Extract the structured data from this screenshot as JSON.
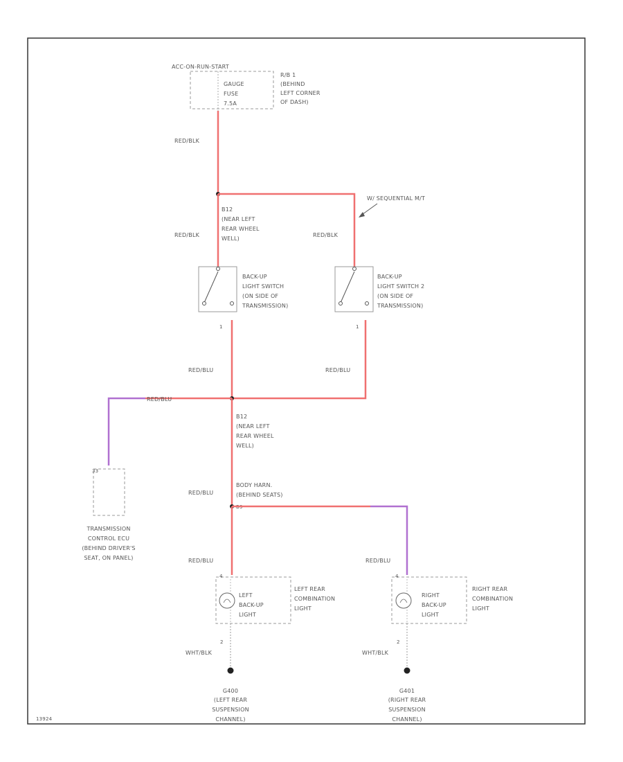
{
  "fuse": {
    "supply": "ACC-ON-RUN-START",
    "name_line1": "GAUGE",
    "name_line2": "FUSE",
    "name_line3": "7.5A",
    "loc_line1": "R/B 1",
    "loc_line2": "(BEHIND",
    "loc_line3": "LEFT CORNER",
    "loc_line4": "OF DASH)"
  },
  "wires": {
    "red_blk": "RED/BLK",
    "red_blu": "RED/BLU",
    "wht_blk": "WHT/BLK"
  },
  "splice1": {
    "line1": "B12",
    "line2": "(NEAR LEFT",
    "line3": "REAR WHEEL",
    "line4": "WELL)"
  },
  "note_sequential": "W/ SEQUENTIAL M/T",
  "switch1": {
    "line1": "BACK-UP",
    "line2": "LIGHT SWITCH",
    "line3": "(ON SIDE OF",
    "line4": "TRANSMISSION)",
    "pin": "1"
  },
  "switch2": {
    "line1": "BACK-UP",
    "line2": "LIGHT SWITCH 2",
    "line3": "(ON SIDE OF",
    "line4": "TRANSMISSION)",
    "pin": "1"
  },
  "splice2": {
    "line1": "B12",
    "line2": "(NEAR LEFT",
    "line3": "REAR WHEEL",
    "line4": "WELL)"
  },
  "tcu": {
    "pin": "33",
    "line1": "TRANSMISSION",
    "line2": "CONTROL ECU",
    "line3": "(BEHIND DRIVER'S",
    "line4": "SEAT, ON PANEL)"
  },
  "body_harness": {
    "line1": "BODY HARN.",
    "line2": "(BEHIND SEATS)",
    "conn": "B9"
  },
  "left_lamp": {
    "pin_top": "4",
    "pin_bot": "2",
    "name1": "LEFT",
    "name2": "BACK-UP",
    "name3": "LIGHT",
    "comb1": "LEFT REAR",
    "comb2": "COMBINATION",
    "comb3": "LIGHT"
  },
  "right_lamp": {
    "pin_top": "4",
    "pin_bot": "2",
    "name1": "RIGHT",
    "name2": "BACK-UP",
    "name3": "LIGHT",
    "comb1": "RIGHT REAR",
    "comb2": "COMBINATION",
    "comb3": "LIGHT"
  },
  "ground_left": {
    "code": "G400",
    "line1": "(LEFT REAR",
    "line2": "SUSPENSION",
    "line3": "CHANNEL)"
  },
  "ground_right": {
    "code": "G401",
    "line1": "(RIGHT REAR",
    "line2": "SUSPENSION",
    "line3": "CHANNEL)"
  },
  "figure_id": "13924",
  "colors": {
    "red": "#f07070",
    "violet": "#b070d0",
    "frame": "#333333"
  }
}
